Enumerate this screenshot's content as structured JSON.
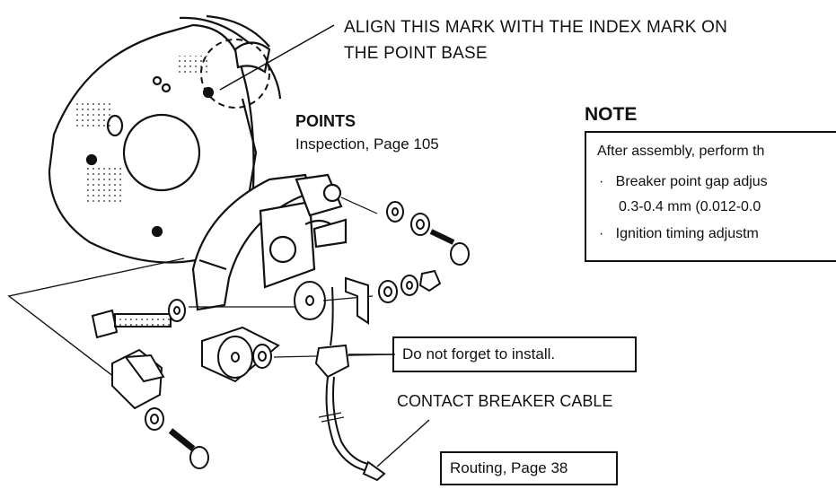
{
  "callouts": {
    "align_mark_line1": "ALIGN THIS MARK WITH THE INDEX MARK ON",
    "align_mark_line2": "THE POINT BASE",
    "points_title": "POINTS",
    "points_ref": "Inspection, Page 105",
    "do_not_forget": "Do not forget to install.",
    "cable_label": "CONTACT BREAKER CABLE",
    "routing": "Routing, Page 38"
  },
  "note": {
    "title": "NOTE",
    "intro": "After assembly, perform th",
    "items": [
      "Breaker point gap adjus",
      "0.3-0.4 mm  (0.012-0.0",
      "Ignition timing adjustm"
    ]
  }
}
